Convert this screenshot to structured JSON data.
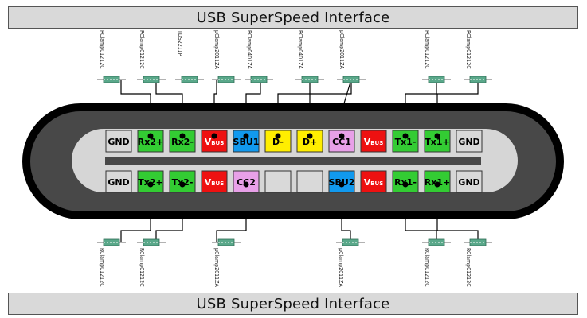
{
  "header": {
    "title": "USB SuperSpeed Interface"
  },
  "footer": {
    "title": "USB SuperSpeed Interface"
  },
  "colors": {
    "gnd": "#d9d9d9",
    "diff": "#33cc33",
    "vbus": "#ee1111",
    "sbu": "#1199ee",
    "d": "#ffee00",
    "cc": "#e8a0e8",
    "empty": "#d9d9d9",
    "shell": "#484848",
    "tongue": "#d6d6d6",
    "tvs": "#5aa88a"
  },
  "top_row": [
    {
      "label": "GND",
      "type": "gnd"
    },
    {
      "label": "Rx2+",
      "type": "diff"
    },
    {
      "label": "Rx2-",
      "type": "diff"
    },
    {
      "label": "V",
      "sub": "BUS",
      "type": "vbus"
    },
    {
      "label": "SBU1",
      "type": "sbu"
    },
    {
      "label": "D-",
      "type": "d"
    },
    {
      "label": "D+",
      "type": "d"
    },
    {
      "label": "CC1",
      "type": "cc"
    },
    {
      "label": "V",
      "sub": "BUS",
      "type": "vbus"
    },
    {
      "label": "Tx1-",
      "type": "diff"
    },
    {
      "label": "Tx1+",
      "type": "diff"
    },
    {
      "label": "GND",
      "type": "gnd"
    }
  ],
  "bottom_row": [
    {
      "label": "GND",
      "type": "gnd"
    },
    {
      "label": "Tx2+",
      "type": "diff"
    },
    {
      "label": "Tx2-",
      "type": "diff"
    },
    {
      "label": "V",
      "sub": "BUS",
      "type": "vbus"
    },
    {
      "label": "CC2",
      "type": "cc"
    },
    {
      "label": "",
      "type": "empty"
    },
    {
      "label": "",
      "type": "empty"
    },
    {
      "label": "SBU2",
      "type": "sbu"
    },
    {
      "label": "V",
      "sub": "BUS",
      "type": "vbus"
    },
    {
      "label": "Rx1-",
      "type": "diff"
    },
    {
      "label": "Rx1+",
      "type": "diff"
    },
    {
      "label": "GND",
      "type": "gnd"
    }
  ],
  "top_protection": [
    "RClamp01212C",
    "RClamp01212C",
    "TDS2211P",
    "μClamp2011ZA",
    "RClamp0401ZA",
    "RClamp0401ZA",
    "μClamp2011ZA",
    "RClamp01212C",
    "RClamp01212C"
  ],
  "bottom_protection": [
    "RClamp01212C",
    "RClamp01212C",
    "μClamp2011ZA",
    "μClamp2011ZA",
    "RClamp01212C",
    "RClamp01212C"
  ]
}
